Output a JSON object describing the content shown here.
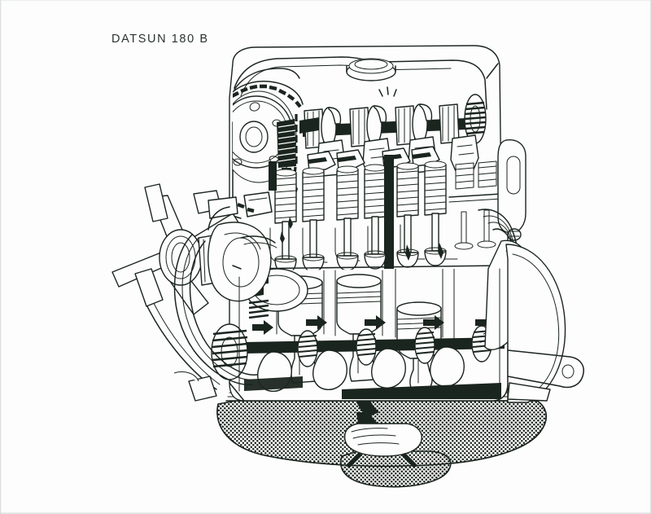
{
  "document": {
    "caption": "DATSUN 180 B",
    "background_color": "#fdfdfd",
    "ink_color": "#1b251f",
    "media": "press photograph of technical line-art cutaway illustration"
  },
  "illustration": {
    "name": "engine-cutaway-diagram",
    "subject": "Datsun 180 B four-cylinder inline petrol engine, sectioned cutaway view",
    "style": "black ink line drawing with halftone dot shading",
    "orientation": "three-quarter front-left view, front of engine at left",
    "cylinder_count": 4,
    "components": [
      {
        "id": "valve-cover",
        "label": "Cylinder head / cam cover",
        "region": "top"
      },
      {
        "id": "oil-filler-cap",
        "label": "Oil filler cap",
        "region": "top-center"
      },
      {
        "id": "camshaft",
        "label": "Overhead camshaft with lobes",
        "region": "top"
      },
      {
        "id": "cam-bearing-caps",
        "label": "Camshaft bearing caps",
        "region": "top"
      },
      {
        "id": "rocker-arms",
        "label": "Rocker arms",
        "region": "top"
      },
      {
        "id": "valve-springs",
        "label": "Valve springs",
        "region": "upper"
      },
      {
        "id": "valves",
        "label": "Intake and exhaust valves",
        "region": "upper-middle"
      },
      {
        "id": "timing-chain",
        "label": "Timing chain",
        "region": "front-left"
      },
      {
        "id": "cam-sprocket",
        "label": "Camshaft sprocket",
        "region": "front-left"
      },
      {
        "id": "chain-tensioner",
        "label": "Chain tensioner",
        "region": "front-left"
      },
      {
        "id": "pistons",
        "label": "Pistons with compression rings",
        "region": "middle"
      },
      {
        "id": "connecting-rods",
        "label": "Connecting rods",
        "region": "middle-lower"
      },
      {
        "id": "crankshaft",
        "label": "Crankshaft with counterweights",
        "region": "lower"
      },
      {
        "id": "main-bearings",
        "label": "Main bearing journals",
        "region": "lower"
      },
      {
        "id": "cooling-fan",
        "label": "Four-blade cooling fan",
        "region": "left"
      },
      {
        "id": "fan-pulley",
        "label": "Water pump pulley",
        "region": "left"
      },
      {
        "id": "drive-belt",
        "label": "Drive belt",
        "region": "left"
      },
      {
        "id": "crank-pulley",
        "label": "Crankshaft pulley",
        "region": "lower-left"
      },
      {
        "id": "exhaust-manifold",
        "label": "Exhaust manifold",
        "region": "right"
      },
      {
        "id": "lifting-bracket",
        "label": "Engine lifting bracket",
        "region": "upper-right"
      },
      {
        "id": "bellhousing",
        "label": "Bell housing / mounting flange",
        "region": "lower-right"
      },
      {
        "id": "oil-pan",
        "label": "Oil pan (sump) with oil",
        "region": "bottom"
      },
      {
        "id": "oil-pickup",
        "label": "Oil pump pickup strainer",
        "region": "bottom-center"
      },
      {
        "id": "oil-flow-arrows",
        "label": "Lubrication flow arrows",
        "region": "lower"
      }
    ]
  }
}
